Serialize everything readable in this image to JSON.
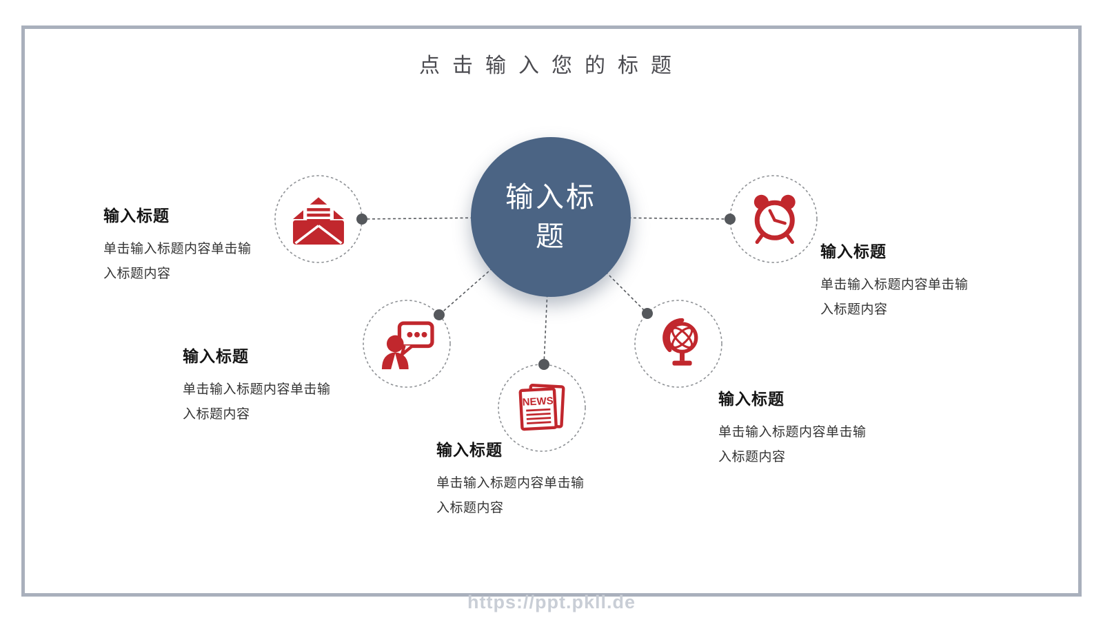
{
  "slide": {
    "title": "点击输入您的标题",
    "watermark": "https://ppt.pkll.de",
    "colors": {
      "accent_red": "#c1272d",
      "center_blue": "#4b6484",
      "frame_border": "#a9b0bc"
    }
  },
  "center": {
    "label": "输入标题"
  },
  "nodes": [
    {
      "icon": "envelope-icon",
      "title": "输入标题",
      "desc": "单击输入标题内容单击输入标题内容"
    },
    {
      "icon": "chat-person-icon",
      "title": "输入标题",
      "desc": "单击输入标题内容单击输入标题内容"
    },
    {
      "icon": "newspaper-icon",
      "title": "输入标题",
      "desc": "单击输入标题内容单击输入标题内容",
      "icon_text": "NEWS"
    },
    {
      "icon": "globe-icon",
      "title": "输入标题",
      "desc": "单击输入标题内容单击输入标题内容"
    },
    {
      "icon": "alarm-clock-icon",
      "title": "输入标题",
      "desc": "单击输入标题内容单击输入标题内容"
    }
  ]
}
